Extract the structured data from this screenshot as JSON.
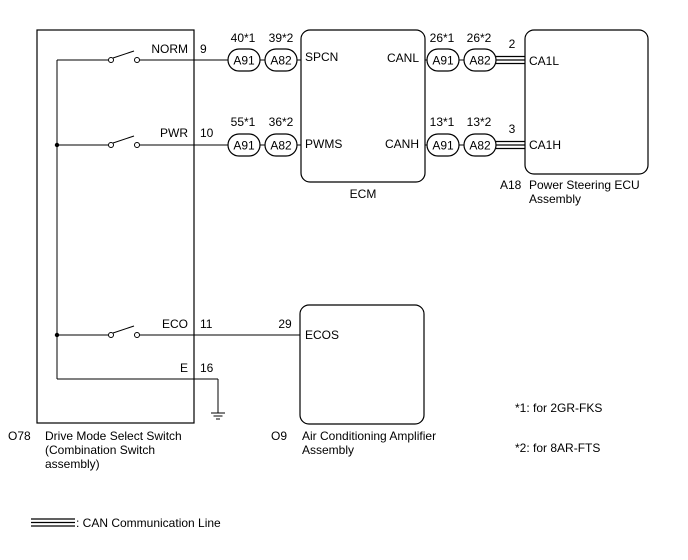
{
  "switch_box": {
    "code": "O78",
    "title_line1": "Drive Mode Select Switch",
    "title_line2": "(Combination Switch",
    "title_line3": "assembly)",
    "pins": [
      {
        "label": "NORM",
        "number": "9"
      },
      {
        "label": "PWR",
        "number": "10"
      },
      {
        "label": "ECO",
        "number": "11"
      },
      {
        "label": "E",
        "number": "16"
      }
    ]
  },
  "ecm": {
    "name": "ECM",
    "pins": {
      "spcn": "SPCN",
      "pwms": "PWMS",
      "canl": "CANL",
      "canh": "CANH"
    }
  },
  "power_steering": {
    "code": "A18",
    "title_line1": "Power Steering ECU",
    "title_line2": "Assembly",
    "pins": {
      "ca1l": "CA1L",
      "ca1h": "CA1H",
      "ca1l_num": "2",
      "ca1h_num": "3"
    }
  },
  "ac_amplifier": {
    "code": "O9",
    "title_line1": "Air Conditioning Amplifier",
    "title_line2": "Assembly",
    "pin_label": "ECOS",
    "pin_number": "29"
  },
  "connectors": {
    "a91": "A91",
    "a82": "A82",
    "norm_a91_pin": "40*1",
    "norm_a82_pin": "39*2",
    "pwr_a91_pin": "55*1",
    "pwr_a82_pin": "36*2",
    "canl_a91_pin": "26*1",
    "canl_a82_pin": "26*2",
    "canh_a91_pin": "13*1",
    "canh_a82_pin": "13*2"
  },
  "notes": {
    "note1": "*1: for 2GR-FKS",
    "note2": "*2: for 8AR-FTS"
  },
  "legend": {
    "can_line": ": CAN Communication Line"
  }
}
